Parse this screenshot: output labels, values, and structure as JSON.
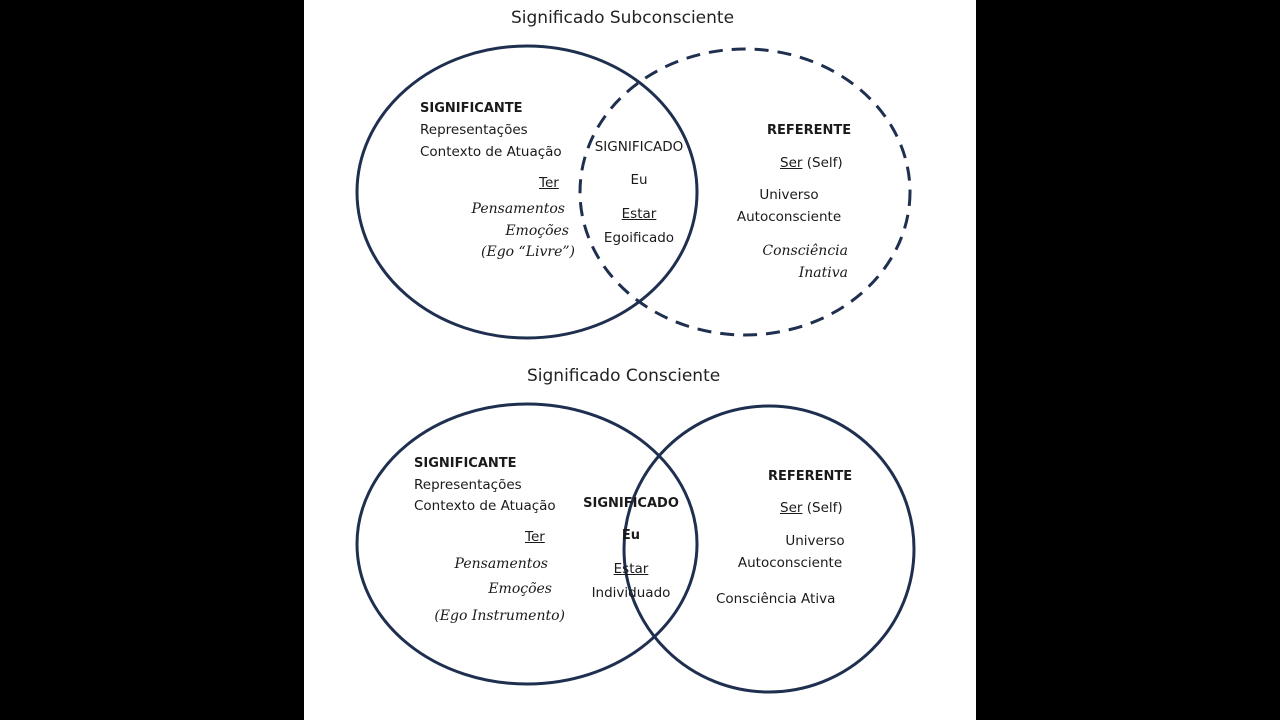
{
  "colors": {
    "background": "#000000",
    "panel": "#ffffff",
    "stroke": "#1f2f4f"
  },
  "top": {
    "title": "Significado Subconsciente",
    "significante": {
      "heading": "SIGNIFICANTE",
      "line1": "Representações",
      "line2": "Contexto de Atuação",
      "ter": "Ter",
      "pensamentos": "Pensamentos",
      "emocoes": "Emoções",
      "ego": "(Ego “Livre”)"
    },
    "significado": {
      "heading": "SIGNIFICADO",
      "eu": "Eu",
      "estar": "Estar",
      "state": "Egoificado"
    },
    "referente": {
      "heading": "REFERENTE",
      "ser": "Ser",
      "self": "(Self)",
      "universo": "Universo",
      "autoconsciente": "Autoconsciente",
      "consciencia1": "Consciência",
      "consciencia2": "Inativa"
    }
  },
  "bottom": {
    "title": "Significado Consciente",
    "significante": {
      "heading": "SIGNIFICANTE",
      "line1": "Representações",
      "line2": "Contexto de Atuação",
      "ter": "Ter",
      "pensamentos": "Pensamentos",
      "emocoes": "Emoções",
      "ego": "(Ego Instrumento)"
    },
    "significado": {
      "heading": "SIGNIFICADO",
      "eu": "Eu",
      "estar": "Estar",
      "state": "Individuado"
    },
    "referente": {
      "heading": "REFERENTE",
      "ser": "Ser",
      "self": "(Self)",
      "universo": "Universo",
      "autoconsciente": "Autoconsciente",
      "consciencia": "Consciência Ativa"
    }
  }
}
